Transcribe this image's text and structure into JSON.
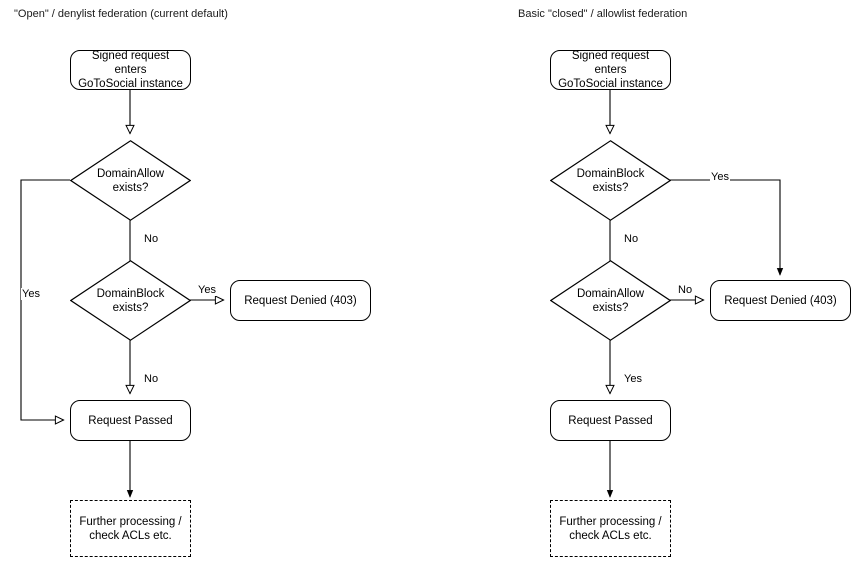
{
  "diagram": {
    "type": "flowchart",
    "background": "#ffffff",
    "stroke_color": "#000000",
    "text_color": "#000000",
    "panels": [
      {
        "id": "left",
        "title": "\"Open\" / denylist federation (current default)",
        "nodes": [
          {
            "id": "l-start",
            "shape": "rounded-rect",
            "label": "Signed request enters\nGoToSocial instance"
          },
          {
            "id": "l-allow",
            "shape": "diamond",
            "label": "DomainAllow\nexists?"
          },
          {
            "id": "l-block",
            "shape": "diamond",
            "label": "DomainBlock\nexists?"
          },
          {
            "id": "l-denied",
            "shape": "rounded-rect",
            "label": "Request Denied (403)"
          },
          {
            "id": "l-passed",
            "shape": "rounded-rect",
            "label": "Request Passed"
          },
          {
            "id": "l-further",
            "shape": "dashed-rect",
            "label": "Further processing /\ncheck ACLs etc."
          }
        ],
        "edges": [
          {
            "from": "l-start",
            "to": "l-allow",
            "label": ""
          },
          {
            "from": "l-allow",
            "to": "l-passed",
            "label": "Yes"
          },
          {
            "from": "l-allow",
            "to": "l-block",
            "label": "No"
          },
          {
            "from": "l-block",
            "to": "l-denied",
            "label": "Yes"
          },
          {
            "from": "l-block",
            "to": "l-passed",
            "label": "No"
          },
          {
            "from": "l-passed",
            "to": "l-further",
            "label": ""
          }
        ]
      },
      {
        "id": "right",
        "title": "Basic \"closed\" / allowlist federation",
        "nodes": [
          {
            "id": "r-start",
            "shape": "rounded-rect",
            "label": "Signed request enters\nGoToSocial instance"
          },
          {
            "id": "r-block",
            "shape": "diamond",
            "label": "DomainBlock\nexists?"
          },
          {
            "id": "r-allow",
            "shape": "diamond",
            "label": "DomainAllow\nexists?"
          },
          {
            "id": "r-denied",
            "shape": "rounded-rect",
            "label": "Request Denied (403)"
          },
          {
            "id": "r-passed",
            "shape": "rounded-rect",
            "label": "Request Passed"
          },
          {
            "id": "r-further",
            "shape": "dashed-rect",
            "label": "Further processing /\ncheck ACLs etc."
          }
        ],
        "edges": [
          {
            "from": "r-start",
            "to": "r-block",
            "label": ""
          },
          {
            "from": "r-block",
            "to": "r-denied",
            "label": "Yes"
          },
          {
            "from": "r-block",
            "to": "r-allow",
            "label": "No"
          },
          {
            "from": "r-allow",
            "to": "r-denied",
            "label": "No"
          },
          {
            "from": "r-allow",
            "to": "r-passed",
            "label": "Yes"
          },
          {
            "from": "r-passed",
            "to": "r-further",
            "label": ""
          }
        ]
      }
    ],
    "labels": {
      "left_allow_yes": "Yes",
      "left_allow_no": "No",
      "left_block_yes": "Yes",
      "left_block_no": "No",
      "right_block_yes": "Yes",
      "right_block_no": "No",
      "right_allow_no": "No",
      "right_allow_yes": "Yes"
    }
  }
}
